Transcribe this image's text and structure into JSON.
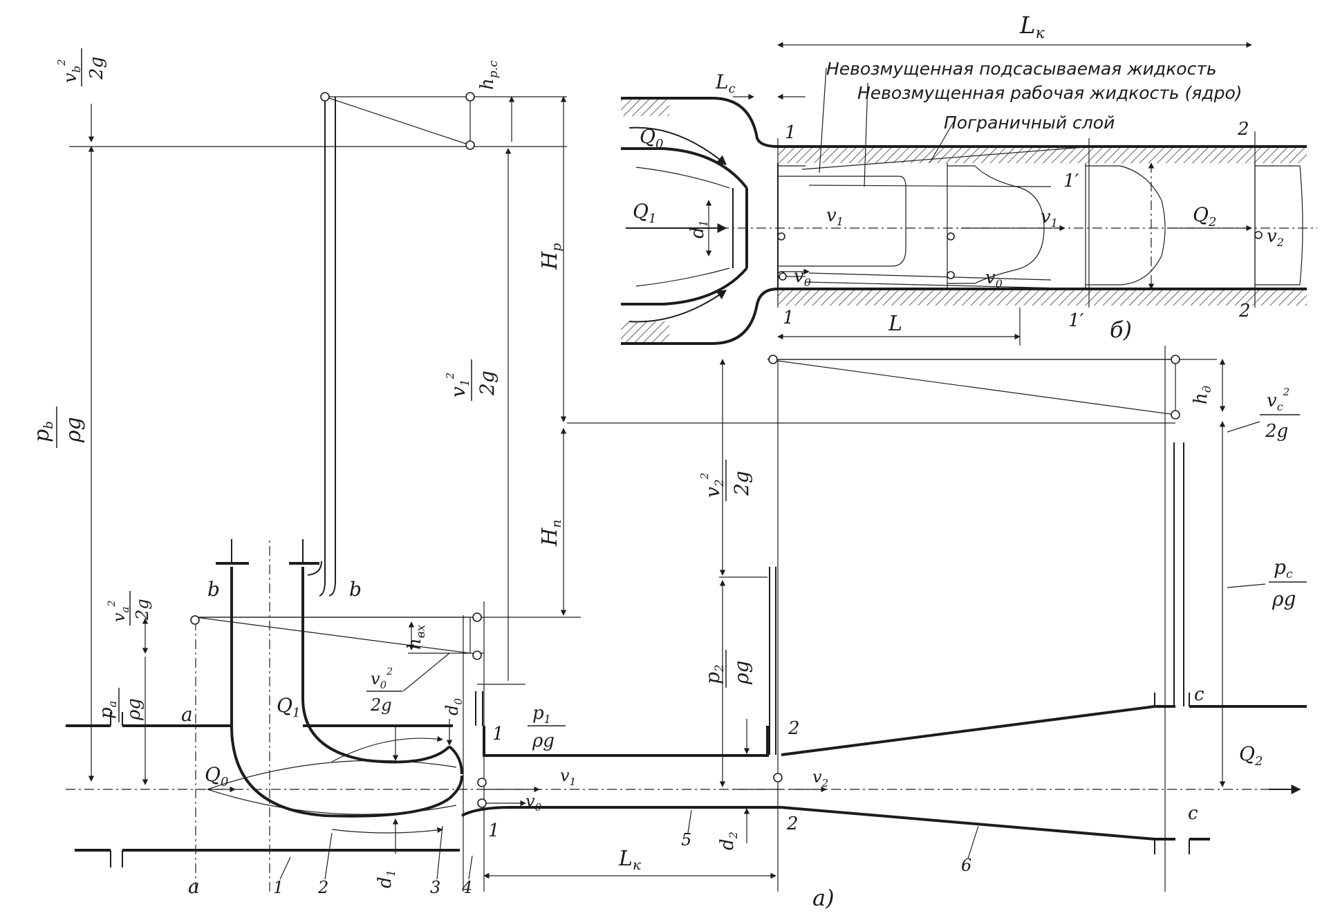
{
  "part_a": {
    "figure_label": "а)",
    "sections": {
      "a": "a",
      "b": "b",
      "one": "1",
      "two": "2",
      "c": "c"
    },
    "part_numbers": [
      "1",
      "2",
      "3",
      "4",
      "5",
      "6"
    ],
    "flows": {
      "Q0": "Q",
      "Q0_sub": "0",
      "Q1": "Q",
      "Q1_sub": "1",
      "Q2": "Q",
      "Q2_sub": "2"
    },
    "velocities": {
      "v0": "v",
      "v0_sub": "0",
      "v1": "v",
      "v1_sub": "1",
      "v2": "v",
      "v2_sub": "2"
    },
    "heads": {
      "Hp": "H",
      "Hp_sub": "p",
      "Hn": "H",
      "Hn_sub": "п",
      "hvk": "h",
      "hvk_sub": "вх",
      "hps": "h",
      "hps_sub": "p.c",
      "hd": "h",
      "hd_sub": "д"
    },
    "fractions": {
      "vb2g_num": "v",
      "vb2g_num_sub": "b",
      "vb2g_den": "2g",
      "va2g_num": "v",
      "va2g_num_sub": "a",
      "va2g_den": "2g",
      "v02g_num": "v",
      "v02g_num_sub": "0",
      "v02g_den": "2g",
      "v12g_num": "v",
      "v12g_num_sub": "1",
      "v12g_den": "2g",
      "v22g_num": "v",
      "v22g_num_sub": "2",
      "v22g_den": "2g",
      "vc2g_num": "v",
      "vc2g_num_sub": "c",
      "vc2g_den": "2g",
      "pb_num": "p",
      "pb_num_sub": "b",
      "pb_den": "ρg",
      "pa_num": "p",
      "pa_num_sub": "a",
      "pa_den": "ρg",
      "p1_num": "p",
      "p1_num_sub": "1",
      "p1_den": "ρg",
      "p2_num": "p",
      "p2_num_sub": "2",
      "p2_den": "ρg",
      "pc_num": "p",
      "pc_num_sub": "c",
      "pc_den": "ρg"
    },
    "dimensions": {
      "d0": "d",
      "d0_sub": "0",
      "d1": "d",
      "d1_sub": "1",
      "d2": "d",
      "d2_sub": "2",
      "Lk": "L",
      "Lk_sub": "к"
    }
  },
  "part_b": {
    "figure_label": "б)",
    "annotations": {
      "undisturbed_suction": "Невозмущенная подсасываемая жидкость",
      "undisturbed_working": "Невозмущенная рабочая жидкость (ядро)",
      "boundary_layer": "Пограничный слой"
    },
    "sections": {
      "one": "1",
      "one_prime": "1′",
      "two": "2"
    },
    "flows": {
      "Q0": "Q",
      "Q0_sub": "0",
      "Q1": "Q",
      "Q1_sub": "1",
      "Q2": "Q",
      "Q2_sub": "2"
    },
    "velocities": {
      "v0": "v",
      "v0_sub": "0",
      "v1": "v",
      "v1_sub": "1",
      "v2": "v",
      "v2_sub": "2"
    },
    "dimensions": {
      "Lk": "L",
      "Lk_sub": "к",
      "Lc": "L",
      "Lc_sub": "c",
      "L": "L",
      "d1": "d",
      "d1_sub": "1"
    }
  },
  "colors": {
    "ink": "#1c1c1c",
    "paper": "#ffffff"
  }
}
